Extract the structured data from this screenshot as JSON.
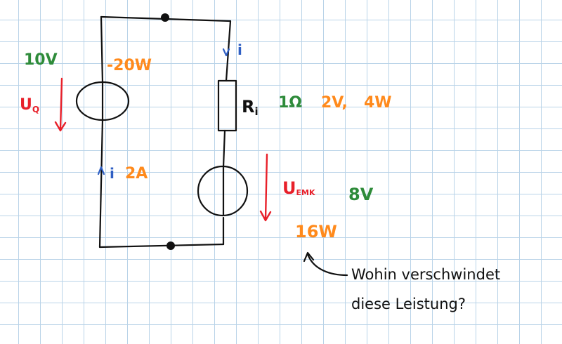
{
  "colors": {
    "green": "#2e8b3a",
    "orange": "#ff8a1c",
    "red": "#e8202a",
    "blue": "#2f5fc4",
    "black": "#111111",
    "grid": "#b9d3e8"
  },
  "labels": {
    "source_voltage": "10V",
    "source_power": "-20W",
    "source_symbol_main": "U",
    "source_symbol_sub": "Q",
    "current_top": "i",
    "current_left": "i",
    "current_value": "2A",
    "resistor_symbol": "R",
    "resistor_sub": "i",
    "resistor_value": "1Ω",
    "resistor_voltage": "2V,",
    "resistor_power": "4W",
    "emk_symbol_main": "U",
    "emk_symbol_sub": "EMK",
    "emk_voltage": "8V",
    "emk_power": "16W",
    "question_line1": "Wohin verschwindet",
    "question_line2": "diese Leistung?"
  }
}
